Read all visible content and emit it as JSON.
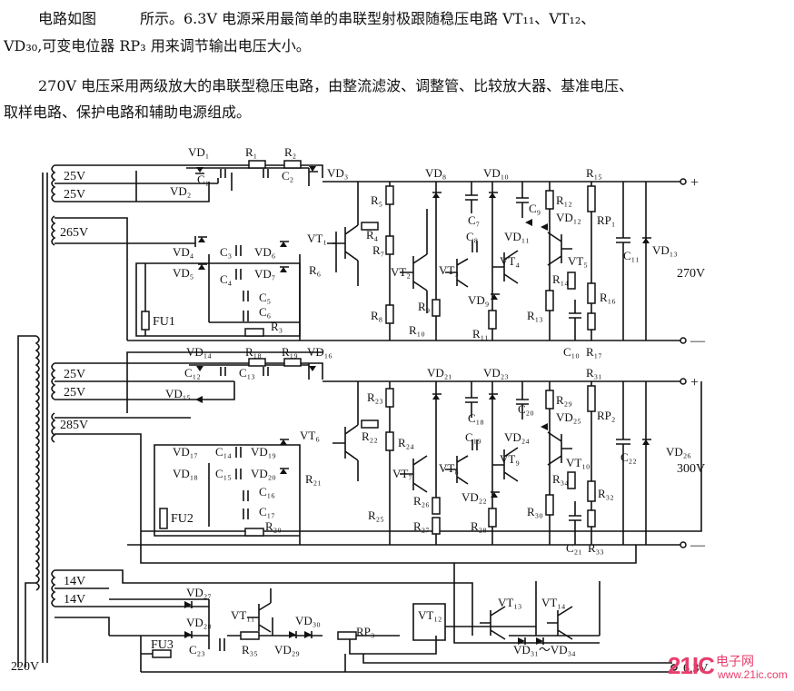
{
  "text": {
    "line1": "电路如图　　　所示。6.3V 电源采用最简单的串联型射极跟随稳压电路 VT₁₁、VT₁₂、",
    "line2": "VD₃₀,可变电位器 RP₃ 用来调节输出电压大小。",
    "line3": "270V 电压采用两级放大的串联型稳压电路，由整流滤波、调整管、比较放大器、基准电压、",
    "line4": "取样电路、保护电路和辅助电源组成。"
  },
  "transformer": {
    "primary": "220V",
    "secondaries": [
      "25V",
      "25V",
      "265V",
      "25V",
      "25V",
      "285V",
      "14V",
      "14V"
    ]
  },
  "fuses": [
    "FU1",
    "FU2",
    "FU3"
  ],
  "outputs": {
    "v270": "270V",
    "v300": "300V",
    "v63": "6.3V",
    "plus": "+",
    "minus": "—"
  },
  "labels": {
    "VD1": "VD₁",
    "R1": "R₁",
    "R2": "R₂",
    "VD3": "VD₃",
    "VD8": "VD₈",
    "VD10": "VD₁₀",
    "R15": "R₁₅",
    "C1": "C₁",
    "VD2": "VD₂",
    "C2": "C₂",
    "R5": "R₅",
    "C7": "C₇",
    "C9": "C₉",
    "R12": "R₁₂",
    "VD12": "VD₁₂",
    "RP1": "RP₁",
    "VT1": "VT₁",
    "R4": "R₄",
    "R7": "R₇",
    "C8": "C₈",
    "VD11": "VD₁₁",
    "C11": "C₁₁",
    "VD13": "VD₁₃",
    "VD4": "VD₄",
    "C3": "C₃",
    "VD6": "VD₆",
    "VT5": "VT₅",
    "VD5": "VD₅",
    "C4": "C₄",
    "VD7": "VD₇",
    "R6": "R₆",
    "VT2": "VT₂",
    "VT3": "VT₃",
    "VT4": "VT₄",
    "R14": "R₁₄",
    "C5": "C₅",
    "VD9": "VD₉",
    "R16": "R₁₆",
    "C6": "C₆",
    "R9": "R₉",
    "R13": "R₁₃",
    "R3": "R₃",
    "R8": "R₈",
    "R10": "R₁₀",
    "R11": "R₁₁",
    "C10": "C₁₀",
    "R17": "R₁₇",
    "VD14": "VD₁₄",
    "R18": "R₁₈",
    "R19": "R₁₉",
    "VD16": "VD₁₆",
    "C12": "C₁₂",
    "C13": "C₁₃",
    "VD15": "VD₁₅",
    "VD21": "VD₂₁",
    "VD23": "VD₂₃",
    "R31": "R₃₁",
    "R23": "R₂₃",
    "C18": "C₁₈",
    "C20": "C₂₀",
    "R29": "R₂₉",
    "VD25": "VD₂₅",
    "RP2": "RP₂",
    "VT6": "VT₆",
    "R22": "R₂₂",
    "VD24": "VD₂₄",
    "R24": "R₂₄",
    "C19": "C₁₉",
    "C22": "C₂₂",
    "VD26": "VD₂₆",
    "VD17": "VD₁₇",
    "C14": "C₁₄",
    "VD19": "VD₁₉",
    "VD18": "VD₁₈",
    "C15": "C₁₅",
    "VD20": "VD₂₀",
    "VT7": "VT₇",
    "VT8": "VT₈",
    "VT9": "VT₉",
    "VT10": "VT₁₀",
    "R21": "R₂₁",
    "C16": "C₁₆",
    "VD22": "VD₂₂",
    "R34": "R₃₄",
    "R32": "R₃₂",
    "R26": "R₂₆",
    "C17": "C₁₇",
    "R20": "R₂₀",
    "R25": "R₂₅",
    "R27": "R₂₇",
    "R28": "R₂₈",
    "R30": "R₃₀",
    "C21": "C₂₁",
    "R33": "R₃₃",
    "VD27": "VD₂₇",
    "VT11": "VT₁₁",
    "VD30": "VD₃₀",
    "VT12": "VT₁₂",
    "VT13": "VT₁₃",
    "VT14": "VT₁₄",
    "VD28": "VD₂₈",
    "RP3": "RP₃",
    "C23": "C₂₃",
    "R35": "R₃₅",
    "VD29": "VD₂₉",
    "VD31_34": "VD₃₁～VD₃₄"
  },
  "watermark": {
    "brand": "21IC",
    "cn": "电子网",
    "url": "www.21ic.com"
  }
}
